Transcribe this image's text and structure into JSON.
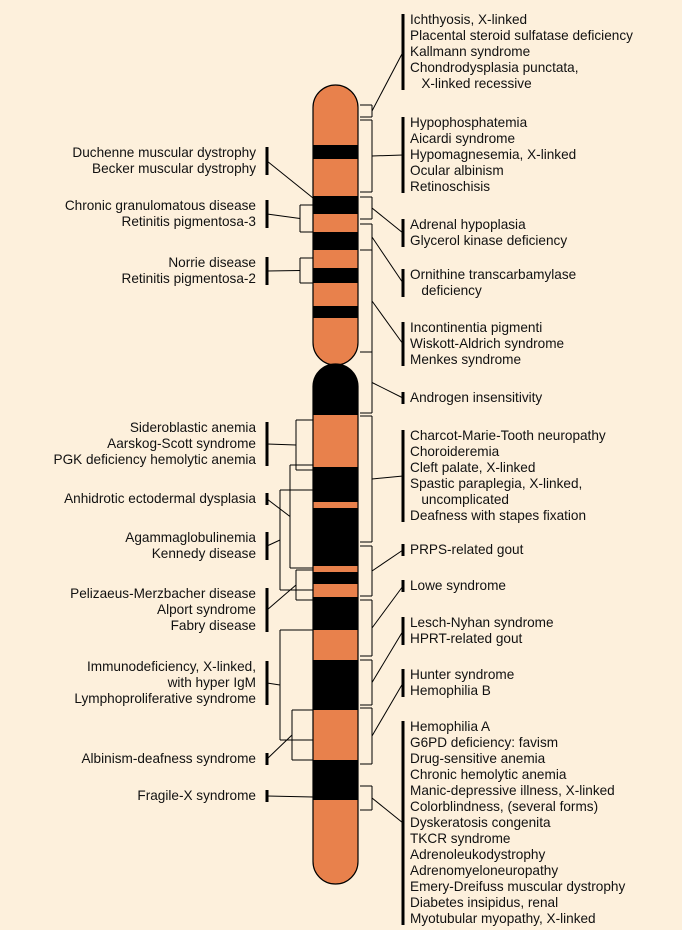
{
  "colors": {
    "background": "#fdf0dc",
    "band_light": "#e8814c",
    "band_dark": "#000000",
    "line": "#000000"
  },
  "right_groups": [
    {
      "lines": [
        "Ichthyosis, X-linked",
        "Placental steroid sulfatase deficiency",
        "Kallmann syndrome",
        "Chondrodysplasia punctata,",
        "   X-linked recessive"
      ]
    },
    {
      "lines": [
        "Hypophosphatemia",
        "Aicardi syndrome",
        "Hypomagnesemia, X-linked",
        "Ocular albinism",
        "Retinoschisis"
      ]
    },
    {
      "lines": [
        "Adrenal hypoplasia",
        "Glycerol kinase deficiency"
      ]
    },
    {
      "lines": [
        "Ornithine transcarbamylase",
        "   deficiency"
      ]
    },
    {
      "lines": [
        "Incontinentia pigmenti",
        "Wiskott-Aldrich syndrome",
        "Menkes syndrome"
      ]
    },
    {
      "lines": [
        "Androgen insensitivity"
      ]
    },
    {
      "lines": [
        "Charcot-Marie-Tooth neuropathy",
        "Choroideremia",
        "Cleft palate, X-linked",
        "Spastic paraplegia, X-linked,",
        "   uncomplicated",
        "Deafness with stapes fixation"
      ]
    },
    {
      "lines": [
        "PRPS-related gout"
      ]
    },
    {
      "lines": [
        "Lowe syndrome"
      ]
    },
    {
      "lines": [
        "Lesch-Nyhan syndrome",
        "HPRT-related gout"
      ]
    },
    {
      "lines": [
        "Hunter syndrome",
        "Hemophilia B"
      ]
    },
    {
      "lines": [
        "Hemophilia A",
        "G6PD deficiency: favism",
        "Drug-sensitive anemia",
        "Chronic hemolytic anemia",
        "Manic-depressive illness, X-linked",
        "Colorblindness, (several forms)",
        "Dyskeratosis congenita",
        "TKCR syndrome",
        "Adrenoleukodystrophy",
        "Adrenomyeloneuropathy",
        "Emery-Dreifuss muscular dystrophy",
        "Diabetes insipidus, renal",
        "Myotubular myopathy, X-linked"
      ]
    }
  ],
  "left_groups": [
    {
      "lines": [
        "Duchenne muscular dystrophy",
        "Becker muscular dystrophy"
      ]
    },
    {
      "lines": [
        "Chronic granulomatous disease",
        "Retinitis pigmentosa-3"
      ]
    },
    {
      "lines": [
        "Norrie disease",
        "Retinitis pigmentosa-2"
      ]
    },
    {
      "lines": [
        "Sideroblastic anemia",
        "Aarskog-Scott syndrome",
        "PGK deficiency hemolytic anemia"
      ]
    },
    {
      "lines": [
        "Anhidrotic ectodermal dysplasia"
      ]
    },
    {
      "lines": [
        "Agammaglobulinemia",
        "Kennedy disease"
      ]
    },
    {
      "lines": [
        "Pelizaeus-Merzbacher disease",
        "Alport syndrome",
        "Fabry disease"
      ]
    },
    {
      "lines": [
        "Immunodeficiency, X-linked,",
        "   with hyper IgM",
        "Lymphoproliferative syndrome"
      ]
    },
    {
      "lines": [
        "Albinism-deafness syndrome"
      ]
    },
    {
      "lines": [
        "Fragile-X syndrome"
      ]
    }
  ]
}
